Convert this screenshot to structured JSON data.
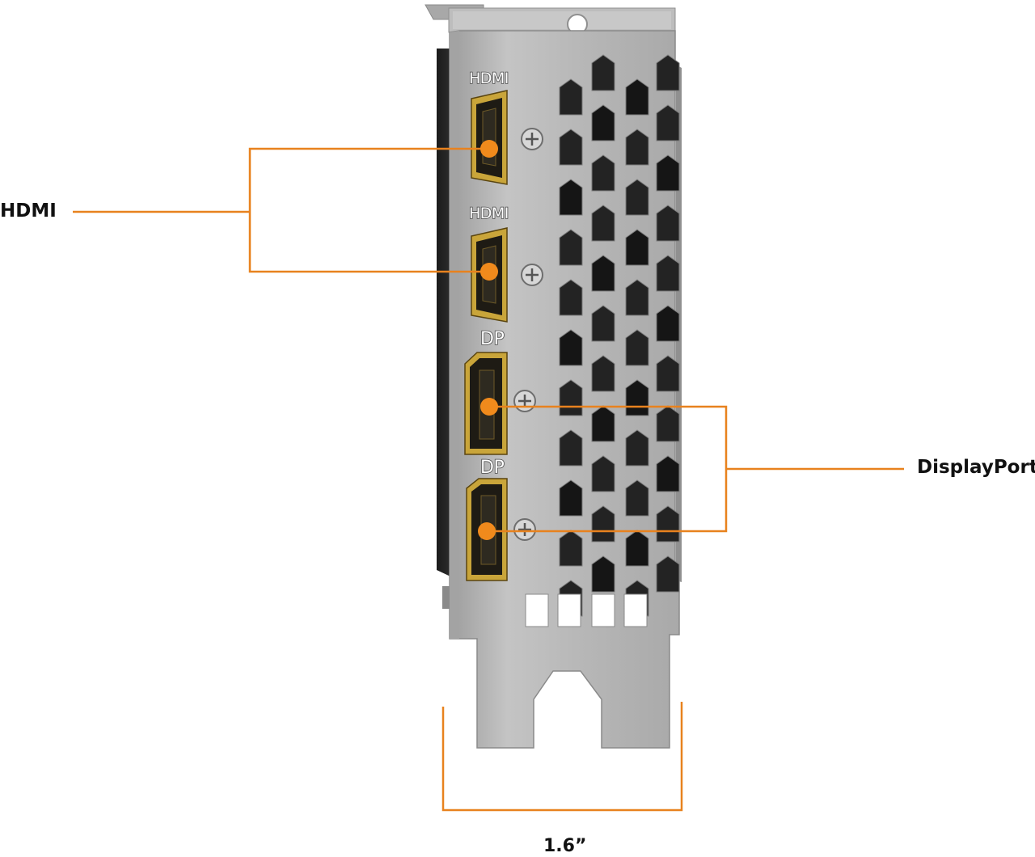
{
  "port_labels": {
    "hdmi_top": "HDMI",
    "hdmi_bottom": "HDMI",
    "dp_top": "DP",
    "dp_bottom": "DP"
  },
  "callouts": {
    "hdmi": "HDMI",
    "displayport": "DisplayPort",
    "bracket_width": "1.6”"
  },
  "colors": {
    "callout_orange": "#e8821e",
    "bracket_metal": "#b9b9b9",
    "connector_gold": "#c9a53a"
  }
}
